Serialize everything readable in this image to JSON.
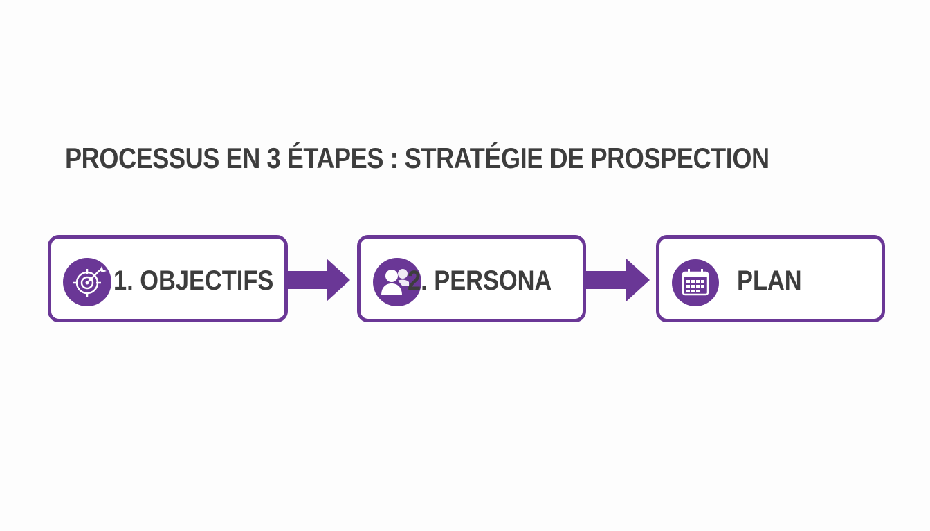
{
  "title": "PROCESSUS EN 3 ÉTAPES : STRATÉGIE DE PROSPECTION",
  "accent_color": "#6a3796",
  "text_color": "#3d3d3d",
  "steps": [
    {
      "label": "1. OBJECTIFS",
      "icon": "target-icon"
    },
    {
      "label": "2. PERSONA",
      "icon": "person-icon"
    },
    {
      "label": "PLAN",
      "icon": "calendar-icon"
    }
  ],
  "connectors": [
    "arrow-right",
    "arrow-right"
  ]
}
